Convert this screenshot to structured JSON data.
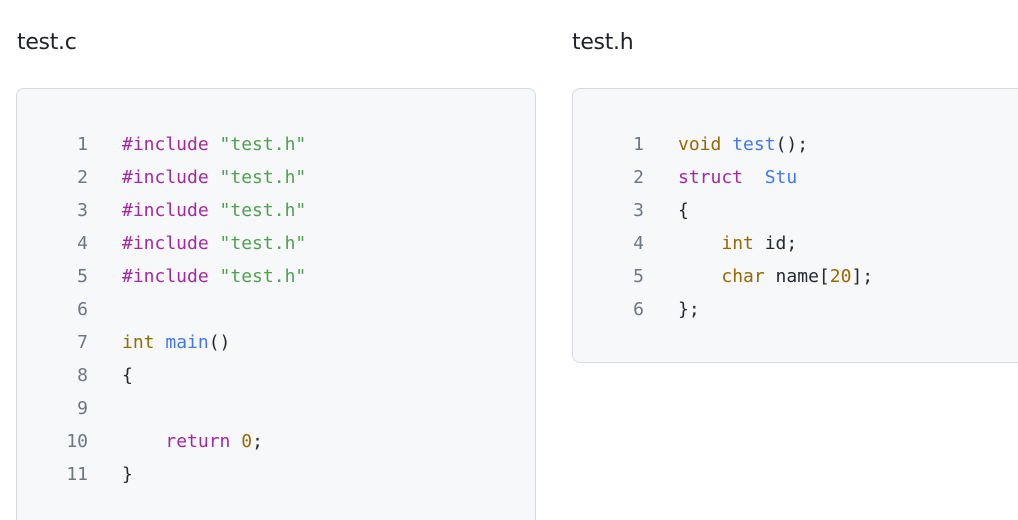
{
  "files": [
    {
      "title": "test.c",
      "lines": [
        {
          "no": "1",
          "tokens": [
            {
              "t": "#include",
              "c": "pre"
            },
            {
              "t": " ",
              "c": "plain"
            },
            {
              "t": "\"test.h\"",
              "c": "str"
            }
          ]
        },
        {
          "no": "2",
          "tokens": [
            {
              "t": "#include",
              "c": "pre"
            },
            {
              "t": " ",
              "c": "plain"
            },
            {
              "t": "\"test.h\"",
              "c": "str"
            }
          ]
        },
        {
          "no": "3",
          "tokens": [
            {
              "t": "#include",
              "c": "pre"
            },
            {
              "t": " ",
              "c": "plain"
            },
            {
              "t": "\"test.h\"",
              "c": "str"
            }
          ]
        },
        {
          "no": "4",
          "tokens": [
            {
              "t": "#include",
              "c": "pre"
            },
            {
              "t": " ",
              "c": "plain"
            },
            {
              "t": "\"test.h\"",
              "c": "str"
            }
          ]
        },
        {
          "no": "5",
          "tokens": [
            {
              "t": "#include",
              "c": "pre"
            },
            {
              "t": " ",
              "c": "plain"
            },
            {
              "t": "\"test.h\"",
              "c": "str"
            }
          ]
        },
        {
          "no": "6",
          "tokens": []
        },
        {
          "no": "7",
          "tokens": [
            {
              "t": "int",
              "c": "kw"
            },
            {
              "t": " ",
              "c": "plain"
            },
            {
              "t": "main",
              "c": "fn"
            },
            {
              "t": "()",
              "c": "plain"
            }
          ]
        },
        {
          "no": "8",
          "tokens": [
            {
              "t": "{",
              "c": "plain"
            }
          ]
        },
        {
          "no": "9",
          "tokens": []
        },
        {
          "no": "10",
          "tokens": [
            {
              "t": "    ",
              "c": "plain"
            },
            {
              "t": "return",
              "c": "pre"
            },
            {
              "t": " ",
              "c": "plain"
            },
            {
              "t": "0",
              "c": "num"
            },
            {
              "t": ";",
              "c": "plain"
            }
          ]
        },
        {
          "no": "11",
          "tokens": [
            {
              "t": "}",
              "c": "plain"
            }
          ]
        }
      ]
    },
    {
      "title": "test.h",
      "lines": [
        {
          "no": "1",
          "tokens": [
            {
              "t": "void",
              "c": "kw"
            },
            {
              "t": " ",
              "c": "plain"
            },
            {
              "t": "test",
              "c": "fn"
            },
            {
              "t": "();",
              "c": "plain"
            }
          ]
        },
        {
          "no": "2",
          "tokens": [
            {
              "t": "struct",
              "c": "pre"
            },
            {
              "t": "  ",
              "c": "plain"
            },
            {
              "t": "Stu",
              "c": "typ"
            }
          ]
        },
        {
          "no": "3",
          "tokens": [
            {
              "t": "{",
              "c": "plain"
            }
          ]
        },
        {
          "no": "4",
          "tokens": [
            {
              "t": "    ",
              "c": "plain"
            },
            {
              "t": "int",
              "c": "kw"
            },
            {
              "t": " id;",
              "c": "plain"
            }
          ]
        },
        {
          "no": "5",
          "tokens": [
            {
              "t": "    ",
              "c": "plain"
            },
            {
              "t": "char",
              "c": "kw"
            },
            {
              "t": " name[",
              "c": "plain"
            },
            {
              "t": "20",
              "c": "num"
            },
            {
              "t": "];",
              "c": "plain"
            }
          ]
        },
        {
          "no": "6",
          "tokens": [
            {
              "t": "};",
              "c": "plain"
            }
          ]
        }
      ]
    }
  ],
  "colors": {
    "keyword": "#986801",
    "function": "#4078f2",
    "preprocessor": "#a626a4",
    "string": "#50a14f",
    "number": "#986801",
    "text": "#24292f",
    "line_number": "#6e7781",
    "block_background": "#f6f8fa",
    "block_border": "#d7dbe0"
  }
}
